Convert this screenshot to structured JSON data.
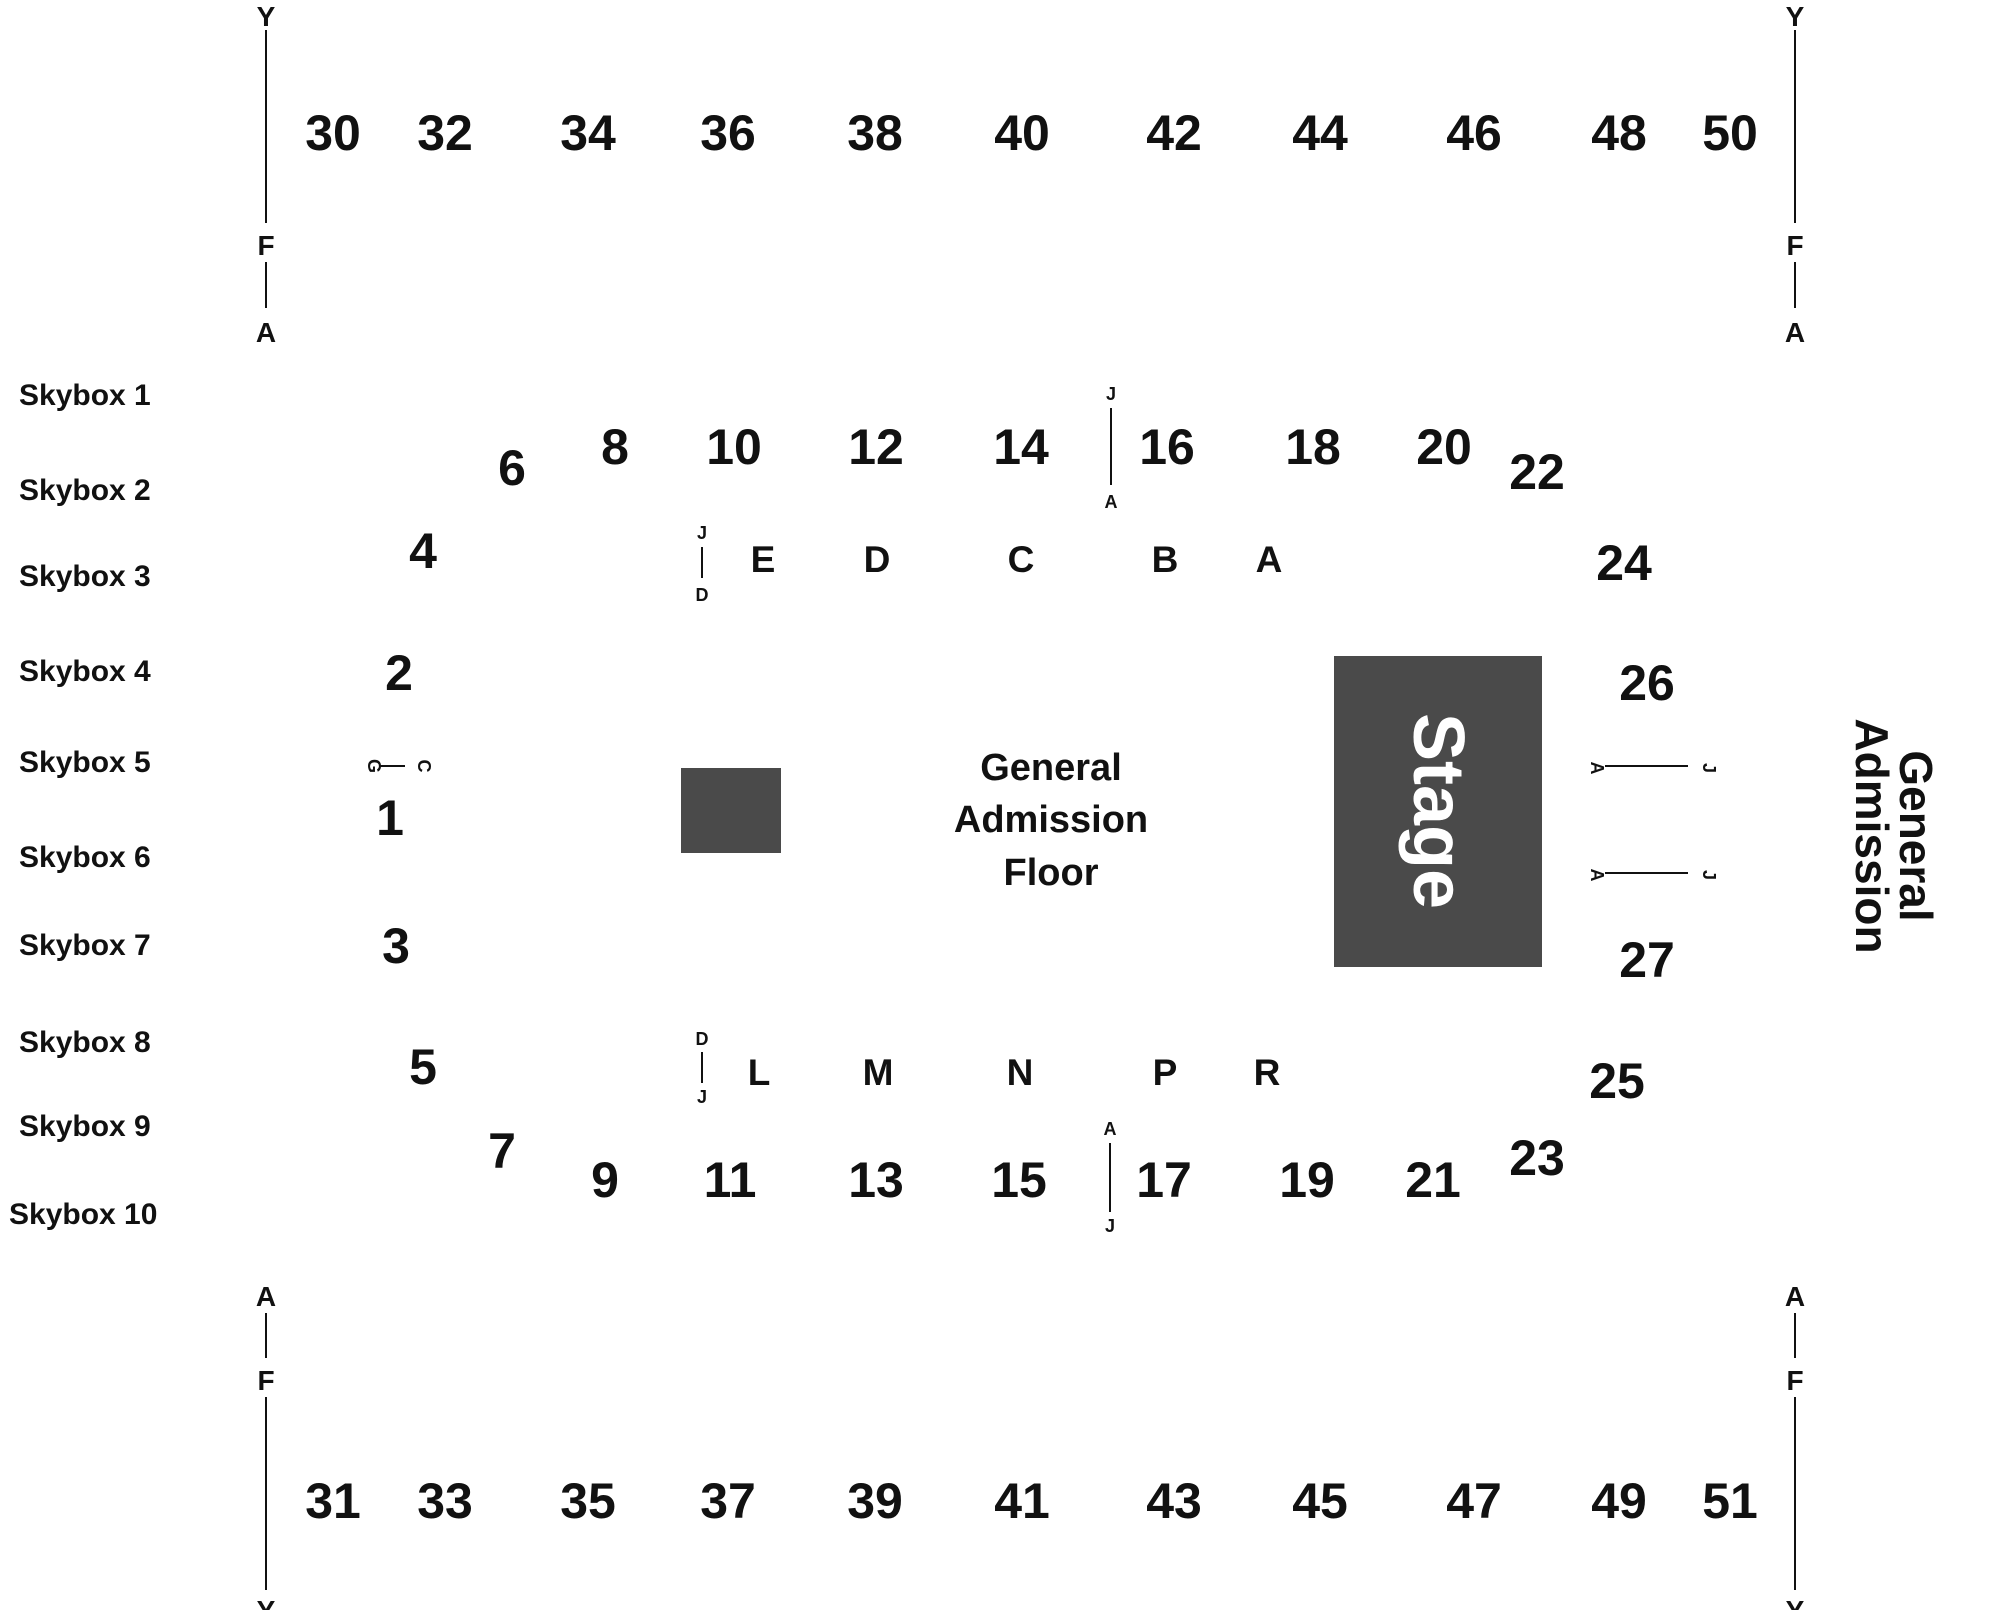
{
  "sections": {
    "upper_top": [
      "30",
      "32",
      "34",
      "36",
      "38",
      "40",
      "42",
      "44",
      "46",
      "48",
      "50"
    ],
    "upper_bottom": [
      "31",
      "33",
      "35",
      "37",
      "39",
      "41",
      "43",
      "45",
      "47",
      "49",
      "51"
    ],
    "lower_top": [
      "6",
      "8",
      "10",
      "12",
      "14",
      "16",
      "18",
      "20",
      "22"
    ],
    "lower_bottom": [
      "7",
      "9",
      "11",
      "13",
      "15",
      "17",
      "19",
      "21",
      "23"
    ],
    "lower_left": [
      "4",
      "2",
      "1",
      "3",
      "5"
    ],
    "lower_right": [
      "24",
      "26",
      "27",
      "25"
    ]
  },
  "floor_rows": {
    "top": [
      "E",
      "D",
      "C",
      "B",
      "A"
    ],
    "bottom": [
      "L",
      "M",
      "N",
      "P",
      "R"
    ]
  },
  "skyboxes": [
    "Skybox 1",
    "Skybox 2",
    "Skybox 3",
    "Skybox 4",
    "Skybox 5",
    "Skybox 6",
    "Skybox 7",
    "Skybox 8",
    "Skybox 9",
    "Skybox 10"
  ],
  "row_markers": {
    "upper_left_top": [
      "Y",
      "F",
      "A"
    ],
    "upper_right_top": [
      "Y",
      "F",
      "A"
    ],
    "upper_left_bottom": [
      "A",
      "F",
      "Y"
    ],
    "upper_right_bottom": [
      "A",
      "F",
      "Y"
    ],
    "sec16": [
      "J",
      "A"
    ],
    "sec17": [
      "A",
      "J"
    ],
    "floor_top": [
      "J",
      "D"
    ],
    "floor_bottom": [
      "D",
      "J"
    ],
    "sec1": [
      "G",
      "C"
    ],
    "sec26": [
      "A",
      "J"
    ],
    "sec27": [
      "A",
      "J"
    ]
  },
  "labels": {
    "ga_floor": [
      "General",
      "Admission",
      "Floor"
    ],
    "stage": "Stage",
    "ga_right": [
      "General",
      "Admission"
    ]
  },
  "colors": {
    "block": "#4a4a4a",
    "ink": "#111111"
  }
}
